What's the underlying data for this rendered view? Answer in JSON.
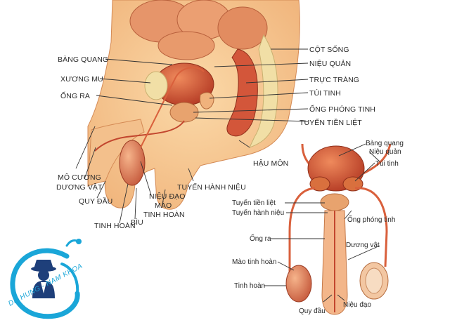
{
  "sagittal_labels": {
    "bang_quang": "BÀNG QUANG",
    "xuong_mu": "XƯƠNG MU",
    "ong_ra": "ỐNG RA",
    "mo_cuong": "MÔ CƯƠNG",
    "duong_vat": "DƯƠNG VẬT",
    "quy_dau": "QUY ĐẦU",
    "tinh_hoan": "TINH HOÀN",
    "biu": "BÌU",
    "mao_tinh_hoan_1": "MÀO",
    "mao_tinh_hoan_2": "TINH HOÀN",
    "nieu_dao": "NIỆU ĐẠO",
    "tuyen_hanh_nieu": "TUYẾN HÀNH NIỆU",
    "hau_mon": "HẬU MÔN",
    "cot_song": "CỘT SỐNG",
    "nieu_quan": "NIỆU QUẢN",
    "truc_trang": "TRỰC TRÀNG",
    "tui_tinh": "TÚI TINH",
    "ong_phong_tinh": "ỐNG PHÓNG TINH",
    "tuyen_tien_liet": "TUYẾN TIỀN LIỆT"
  },
  "frontal_labels": {
    "bang_quang": "Bàng quang",
    "nieu_quan": "Niệu quản",
    "tui_tinh": "Túi tinh",
    "tuyen_tien_liet": "Tuyến tiền liệt",
    "tuyen_hanh_nieu": "Tuyến hành niệu",
    "ong_phong_tinh": "Ống phóng tinh",
    "ong_ra": "Ống ra",
    "duong_vat": "Dương vật",
    "mao_tinh_hoan": "Mào tinh hoàn",
    "tinh_hoan": "Tinh hoàn",
    "quy_dau": "Quy đầu",
    "nieu_dao": "Niệu đạo"
  },
  "watermark": {
    "text": "DR HUNG - NAM KHOA",
    "color": "#1aa6d8"
  },
  "colors": {
    "skin": "#f7c48d",
    "tissue": "#e27a4e",
    "organ": "#c2462e",
    "bone": "#f1dfa6",
    "line": "#333333"
  }
}
